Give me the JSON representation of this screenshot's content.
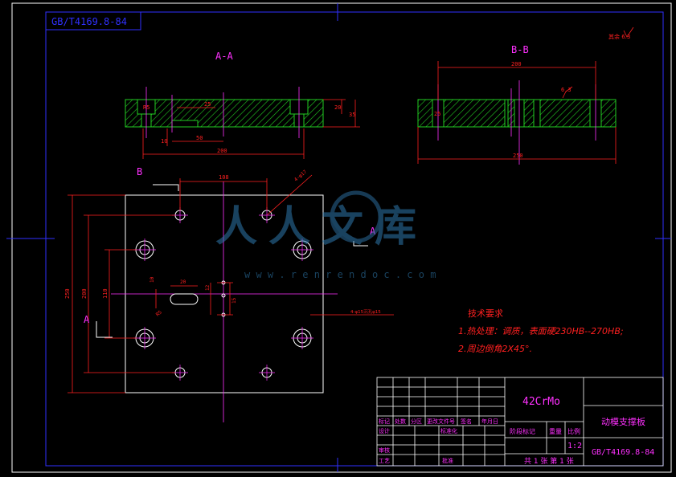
{
  "drawing": {
    "doc_code_top": "GB/T4169.8-84",
    "roughness_note": "其余 6.3",
    "watermark": {
      "brand": "人人文库",
      "url": "w w w . r e n r e n d o c . c o m"
    },
    "views": {
      "section_aa": {
        "title": "A-A",
        "dims": [
          "R5",
          "25",
          "20",
          "35",
          "10",
          "50",
          "200"
        ]
      },
      "section_bb": {
        "title": "B-B",
        "dims": [
          "200",
          "6.3",
          "25",
          "250"
        ]
      },
      "plan": {
        "cut_a": "A",
        "cut_a2": "A",
        "cut_b": "B",
        "dims": [
          "108",
          "4-φ17",
          "250",
          "200",
          "110",
          "10",
          "20",
          "12",
          "15",
          "R5",
          "4-φ15沉孔φ15"
        ]
      }
    },
    "tech_req": {
      "heading": "技术要求",
      "line1": "1.热处理：调质，表面硬230HB--270HB;",
      "line2": "2.周边倒角2X45°."
    },
    "title_block": {
      "material": "42CrMo",
      "part_name": "动模支撑板",
      "drawing_no": "GB/T4169.8-84",
      "scale": "1:2",
      "sheet": "共 1 张 第 1 张",
      "rev_headers": [
        "标记",
        "处数",
        "分区",
        "更改文件号",
        "签名",
        "年月日"
      ],
      "role_design": "设计",
      "role_standard": "标准化",
      "role_check": "审核",
      "role_process": "工艺",
      "role_approve": "批准",
      "col_stage": "阶段标记",
      "col_weight": "重量",
      "col_scale": "比例"
    }
  }
}
